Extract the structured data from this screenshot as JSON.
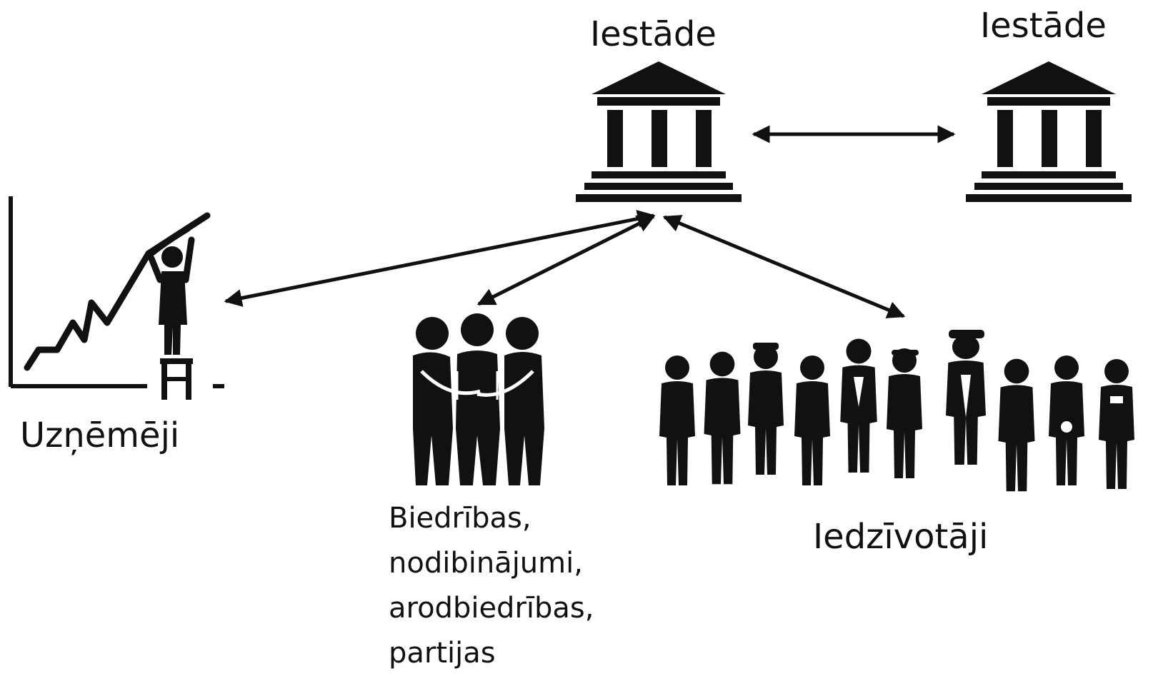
{
  "colors": {
    "ink": "#111111",
    "background": "#ffffff"
  },
  "nodes": {
    "institution_main": {
      "label": "Iestāde",
      "icon": "institution-building-icon"
    },
    "institution_other": {
      "label": "Iestāde",
      "icon": "institution-building-icon"
    },
    "entrepreneurs": {
      "label": "Uzņēmēji",
      "icon": "growth-chart-person-icon"
    },
    "associations": {
      "lines": [
        "Biedrības,",
        "nodibinājumi,",
        "arodbiedrības,",
        "partijas"
      ],
      "icon": "team-group-icon"
    },
    "residents": {
      "label": "Iedzīvotāji",
      "icon": "diverse-people-icon"
    }
  },
  "edges": [
    {
      "from": "institution_main",
      "to": "institution_other",
      "type": "bidirectional-arrow"
    },
    {
      "from": "institution_main",
      "to": "entrepreneurs",
      "type": "bidirectional-arrow"
    },
    {
      "from": "institution_main",
      "to": "associations",
      "type": "bidirectional-arrow"
    },
    {
      "from": "institution_main",
      "to": "residents",
      "type": "bidirectional-arrow"
    }
  ]
}
